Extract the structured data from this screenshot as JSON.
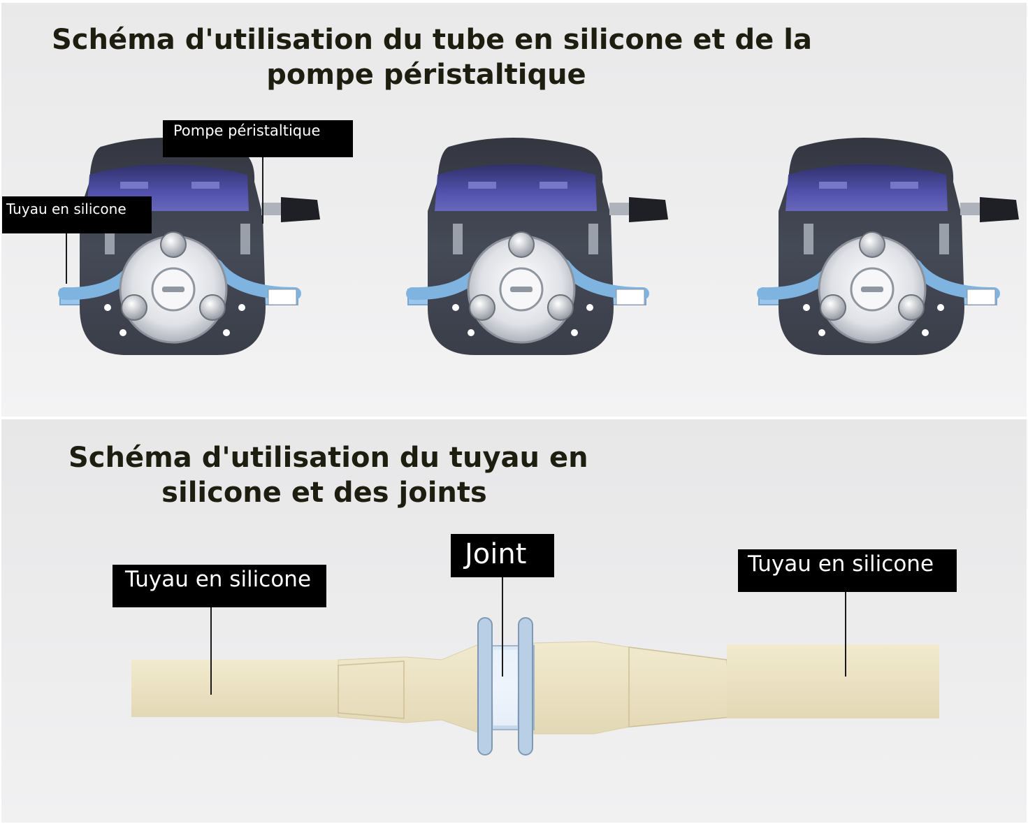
{
  "top_section": {
    "title_line1": "Schéma d'utilisation du tube en silicone et de la",
    "title_line2": "pompe péristaltique",
    "label_pump": "Pompe péristaltique",
    "label_tube": "Tuyau en silicone"
  },
  "bottom_section": {
    "title_line1": "Schéma d'utilisation du tuyau en",
    "title_line2": "silicone et des joints",
    "label_joint": "Joint",
    "label_tube_left": "Tuyau en silicone",
    "label_tube_right": "Tuyau en silicone"
  },
  "colors": {
    "heading_text": "#1d1d10",
    "label_background": "#000000",
    "label_text": "#ffffff",
    "pump_body": "#3e4350",
    "pump_panel": "#4a4aa8",
    "tube_blue": "#7fb4e0",
    "hose": "#ece3c6",
    "joint": "#bcd3ea"
  }
}
